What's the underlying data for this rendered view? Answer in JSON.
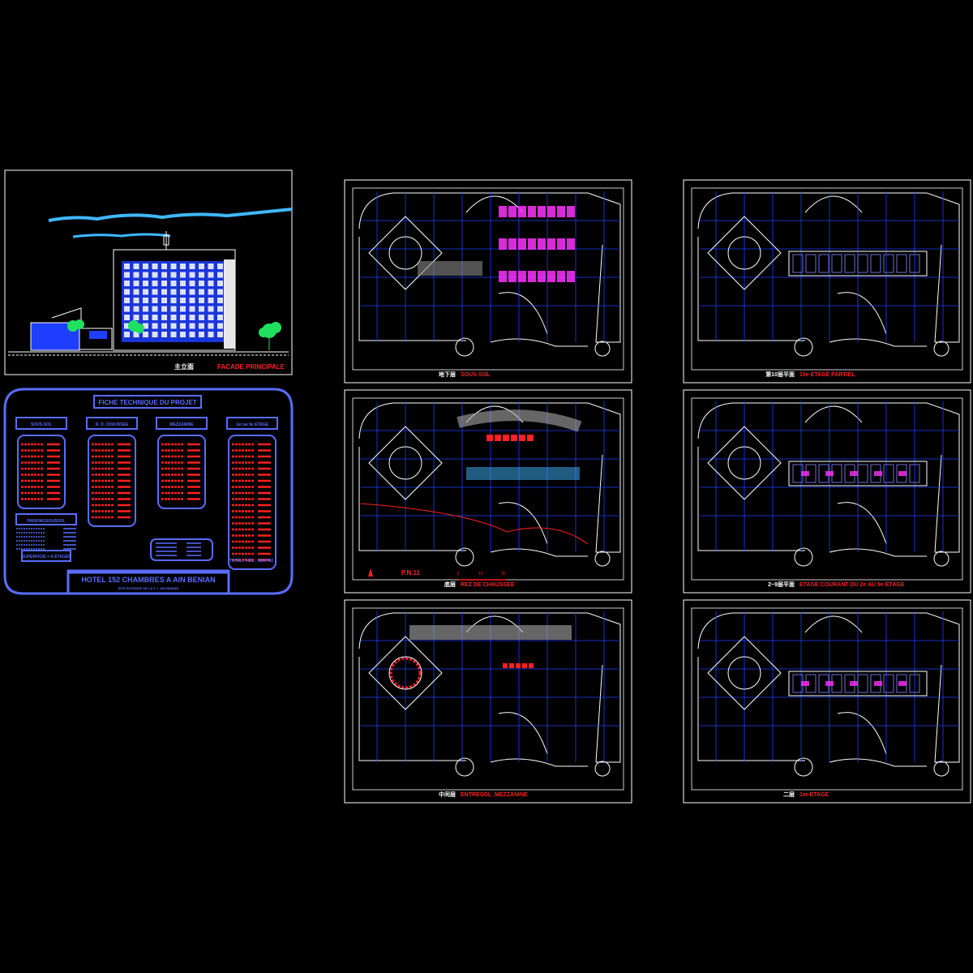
{
  "facade": {
    "title_cn": "主立面",
    "title_fr": "FACADE PRINCIPALE"
  },
  "fiche": {
    "header": "FICHE TECHNIQUE DU PROJET",
    "columns": [
      "SOUS-SOL",
      "R. D. CHAUSSEE",
      "MEZZANINE",
      "1er au 9e ETAGE"
    ],
    "sub_box": "PARKINGSOUSSOL",
    "sub_box2": "SUPERFICIE + A ETAGES",
    "bottom_title": "HOTEL 152 CHAMBRES A AIN BENIAN",
    "bottom_sub": "SITE EXTENSIF DE LA Z. I. AIN BENIAN",
    "total_label": "TOTAL / NDL : 4800 M2"
  },
  "sheets": [
    {
      "id": "sous-sol",
      "title_cn": "地下层",
      "title_fr": "SOUS-SOL"
    },
    {
      "id": "10e-partiel",
      "title_cn": "第10层平面",
      "title_fr": "10e ETAGE PARTIEL"
    },
    {
      "id": "rdc",
      "title_cn": "底层",
      "title_fr": "REZ DE CHAUSSEE",
      "extra": "P.N.11",
      "scale": [
        "0",
        "10",
        "20"
      ]
    },
    {
      "id": "courant",
      "title_cn": "2~9层平面",
      "title_fr": "ETAGE COURANT DU 2e AU 9e ETAGE"
    },
    {
      "id": "mezzanine",
      "title_cn": "中间层",
      "title_fr": "ENTRESOL_MEZZANINE"
    },
    {
      "id": "1er",
      "title_cn": "二层",
      "title_fr": "1er ETAGE"
    }
  ],
  "colors": {
    "frame": "#ffffff",
    "grid": "#1f3fff",
    "accent": "#ff2020",
    "magenta": "#ff30ff",
    "cyan": "#3fb8ff",
    "green": "#20e060",
    "panel": "#5a6cff"
  }
}
